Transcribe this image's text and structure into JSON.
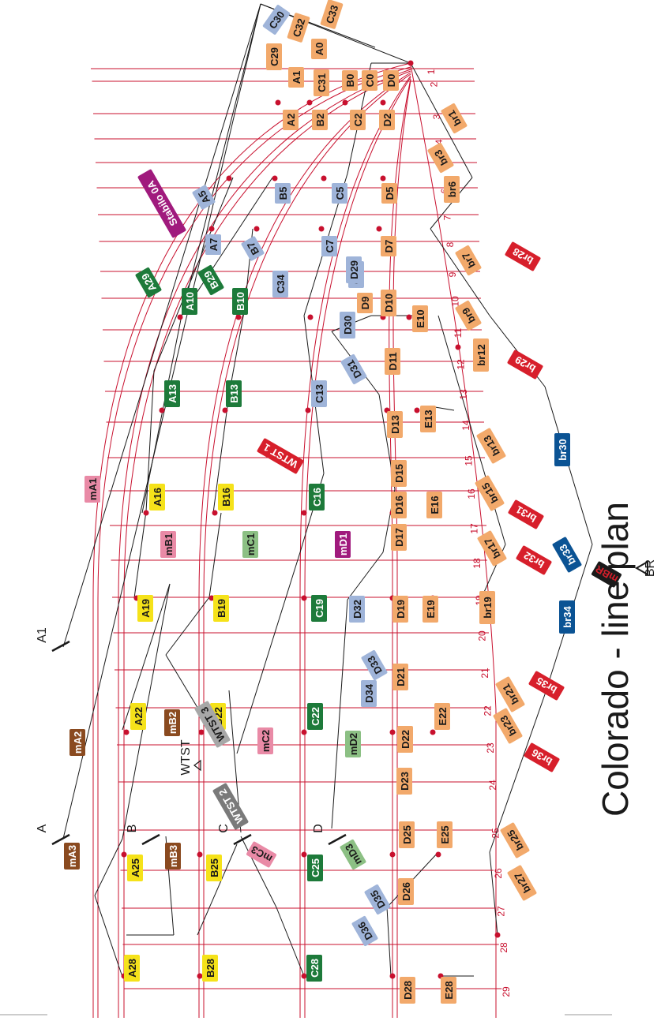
{
  "title": "Colorado - line plan",
  "colors": {
    "line": "#c8102e",
    "rope": "#1a1a1a",
    "orange": "#f2a96b",
    "blue": "#9fb4d9",
    "green": "#1d7a3a",
    "lightgreen": "#8cc084",
    "yellow": "#f5e21a",
    "pink": "#e98aa6",
    "brown": "#8a4a1f",
    "red": "#d71f2b",
    "navy": "#0b5394",
    "purple": "#a01a7d",
    "grey": "#a7a7a7",
    "darkgrey": "#7a7a7a",
    "black": "#1a1a1a"
  },
  "row_numbers": [
    "1",
    "2",
    "3",
    "4",
    "5",
    "6",
    "7",
    "8",
    "9",
    "10",
    "11",
    "12",
    "13",
    "14",
    "15",
    "16",
    "17",
    "18",
    "19",
    "20",
    "21",
    "22",
    "23",
    "24",
    "25",
    "26",
    "27",
    "28",
    "29"
  ],
  "riser_labels": [
    "A1",
    "A",
    "B",
    "C",
    "D",
    "WTST",
    "BR"
  ],
  "tags": [
    {
      "text": "C33",
      "c": "orange"
    },
    {
      "text": "C32",
      "c": "orange"
    },
    {
      "text": "C30",
      "c": "blue"
    },
    {
      "text": "A0",
      "c": "orange"
    },
    {
      "text": "C29",
      "c": "orange"
    },
    {
      "text": "A1",
      "c": "orange"
    },
    {
      "text": "C31",
      "c": "orange"
    },
    {
      "text": "B0",
      "c": "orange"
    },
    {
      "text": "C0",
      "c": "orange"
    },
    {
      "text": "D0",
      "c": "orange"
    },
    {
      "text": "A2",
      "c": "orange"
    },
    {
      "text": "B2",
      "c": "orange"
    },
    {
      "text": "C2",
      "c": "orange"
    },
    {
      "text": "D2",
      "c": "orange"
    },
    {
      "text": "br1",
      "c": "orange"
    },
    {
      "text": "br3",
      "c": "orange"
    },
    {
      "text": "Stabilo 0A",
      "c": "purple"
    },
    {
      "text": "A5",
      "c": "blue"
    },
    {
      "text": "B5",
      "c": "blue"
    },
    {
      "text": "C5",
      "c": "blue"
    },
    {
      "text": "D5",
      "c": "orange"
    },
    {
      "text": "br6",
      "c": "orange"
    },
    {
      "text": "A7",
      "c": "blue"
    },
    {
      "text": "B7",
      "c": "blue"
    },
    {
      "text": "C7",
      "c": "blue"
    },
    {
      "text": "D7",
      "c": "orange"
    },
    {
      "text": "br28",
      "c": "red"
    },
    {
      "text": "br7",
      "c": "orange"
    },
    {
      "text": "A29",
      "c": "green"
    },
    {
      "text": "B29",
      "c": "green"
    },
    {
      "text": "A10",
      "c": "green"
    },
    {
      "text": "B10",
      "c": "green"
    },
    {
      "text": "C34",
      "c": "blue"
    },
    {
      "text": "C10",
      "c": "blue"
    },
    {
      "text": "D29",
      "c": "blue"
    },
    {
      "text": "D9",
      "c": "orange"
    },
    {
      "text": "D10",
      "c": "orange"
    },
    {
      "text": "D30",
      "c": "blue"
    },
    {
      "text": "E10",
      "c": "orange"
    },
    {
      "text": "br9",
      "c": "orange"
    },
    {
      "text": "D11",
      "c": "orange"
    },
    {
      "text": "br12",
      "c": "orange"
    },
    {
      "text": "br29",
      "c": "red"
    },
    {
      "text": "D31",
      "c": "blue"
    },
    {
      "text": "A13",
      "c": "green"
    },
    {
      "text": "B13",
      "c": "green"
    },
    {
      "text": "C13",
      "c": "blue"
    },
    {
      "text": "D13",
      "c": "orange"
    },
    {
      "text": "E13",
      "c": "orange"
    },
    {
      "text": "br13",
      "c": "orange"
    },
    {
      "text": "br30",
      "c": "navy"
    },
    {
      "text": "mA1",
      "c": "pink"
    },
    {
      "text": "WTST 1",
      "c": "red"
    },
    {
      "text": "D15",
      "c": "orange"
    },
    {
      "text": "A16",
      "c": "yellow"
    },
    {
      "text": "B16",
      "c": "yellow"
    },
    {
      "text": "C16",
      "c": "green"
    },
    {
      "text": "D16",
      "c": "orange"
    },
    {
      "text": "E16",
      "c": "orange"
    },
    {
      "text": "br15",
      "c": "orange"
    },
    {
      "text": "br31",
      "c": "red"
    },
    {
      "text": "mB1",
      "c": "pink"
    },
    {
      "text": "mC1",
      "c": "lightgreen"
    },
    {
      "text": "mD1",
      "c": "purple"
    },
    {
      "text": "D17",
      "c": "orange"
    },
    {
      "text": "br17",
      "c": "orange"
    },
    {
      "text": "br33",
      "c": "navy"
    },
    {
      "text": "br32",
      "c": "red"
    },
    {
      "text": "mBR",
      "c": "black"
    },
    {
      "text": "A19",
      "c": "yellow"
    },
    {
      "text": "B19",
      "c": "yellow"
    },
    {
      "text": "C19",
      "c": "green"
    },
    {
      "text": "D32",
      "c": "blue"
    },
    {
      "text": "D19",
      "c": "orange"
    },
    {
      "text": "E19",
      "c": "orange"
    },
    {
      "text": "br19",
      "c": "orange"
    },
    {
      "text": "br34",
      "c": "navy"
    },
    {
      "text": "D33",
      "c": "blue"
    },
    {
      "text": "D21",
      "c": "orange"
    },
    {
      "text": "D34",
      "c": "blue"
    },
    {
      "text": "br21",
      "c": "orange"
    },
    {
      "text": "br35",
      "c": "red"
    },
    {
      "text": "mA2",
      "c": "brown"
    },
    {
      "text": "A22",
      "c": "yellow"
    },
    {
      "text": "mB2",
      "c": "brown"
    },
    {
      "text": "B22",
      "c": "yellow"
    },
    {
      "text": "WTST 3",
      "c": "grey"
    },
    {
      "text": "mC2",
      "c": "pink"
    },
    {
      "text": "C22",
      "c": "green"
    },
    {
      "text": "mD2",
      "c": "lightgreen"
    },
    {
      "text": "D22",
      "c": "orange"
    },
    {
      "text": "E22",
      "c": "orange"
    },
    {
      "text": "br23",
      "c": "orange"
    },
    {
      "text": "br36",
      "c": "red"
    },
    {
      "text": "WTST 2",
      "c": "darkgrey"
    },
    {
      "text": "D23",
      "c": "orange"
    },
    {
      "text": "mA3",
      "c": "brown"
    },
    {
      "text": "A25",
      "c": "yellow"
    },
    {
      "text": "mB3",
      "c": "brown"
    },
    {
      "text": "B25",
      "c": "yellow"
    },
    {
      "text": "mC3",
      "c": "pink"
    },
    {
      "text": "C25",
      "c": "green"
    },
    {
      "text": "mD3",
      "c": "lightgreen"
    },
    {
      "text": "D25",
      "c": "orange"
    },
    {
      "text": "E25",
      "c": "orange"
    },
    {
      "text": "br25",
      "c": "orange"
    },
    {
      "text": "D35",
      "c": "blue"
    },
    {
      "text": "D26",
      "c": "orange"
    },
    {
      "text": "br27",
      "c": "orange"
    },
    {
      "text": "D36",
      "c": "blue"
    },
    {
      "text": "A28",
      "c": "yellow"
    },
    {
      "text": "B28",
      "c": "yellow"
    },
    {
      "text": "C28",
      "c": "green"
    },
    {
      "text": "D28",
      "c": "orange"
    },
    {
      "text": "E28",
      "c": "orange"
    }
  ]
}
